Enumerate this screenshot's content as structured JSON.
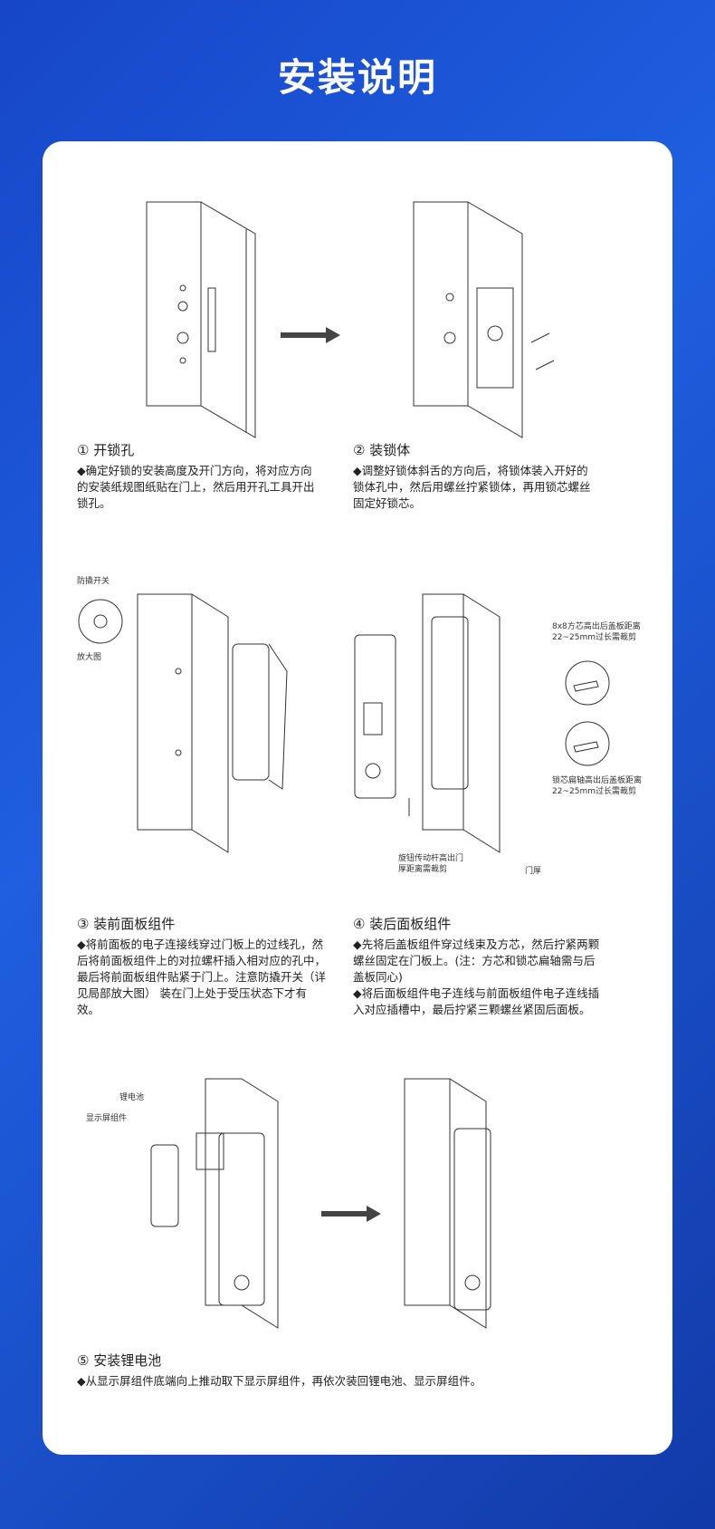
{
  "title": "安装说明",
  "steps": [
    {
      "title": "① 开锁孔",
      "text": "◆确定好锁的安装高度及开门方向，将对应方向的安装纸规图纸贴在门上，然后用开孔工具开出锁孔。"
    },
    {
      "title": "② 装锁体",
      "text": "◆调整好锁体斜舌的方向后，将锁体装入开好的锁体孔中，然后用螺丝拧紧锁体，再用锁芯螺丝固定好锁芯。"
    },
    {
      "title": "③ 装前面板组件",
      "text": "◆将前面板的电子连接线穿过门板上的过线孔，然后将前面板组件上的对拉螺杆插入相对应的孔中，最后将前面板组件贴紧于门上。注意防撬开关（详见局部放大图） 装在门上处于受压状态下才有效。"
    },
    {
      "title": "④ 装后面板组件",
      "text": "◆先将后盖板组件穿过线束及方芯，然后拧紧两颗螺丝固定在门板上。(注：方芯和锁芯扁轴需与后盖板同心)",
      "text2": "◆将后面板组件电子连线与前面板组件电子连线插入对应插槽中，最后拧紧三颗螺丝紧固后面板。"
    },
    {
      "title": "⑤ 安装锂电池",
      "text": "◆从显示屏组件底端向上推动取下显示屏组件，再依次装回锂电池、显示屏组件。"
    }
  ],
  "labels": {
    "tamper": "防撬开关",
    "zoom": "放大图",
    "square": "8x8方芯高出后盖板距离22~25mm过长需裁剪",
    "flat": "锁芯扁轴高出后盖板距离22~25mm过长需裁剪",
    "knob": "旋钮传动杆高出门厚距离需裁剪",
    "door": "门厚",
    "battery": "锂电池",
    "display": "显示屏组件"
  }
}
